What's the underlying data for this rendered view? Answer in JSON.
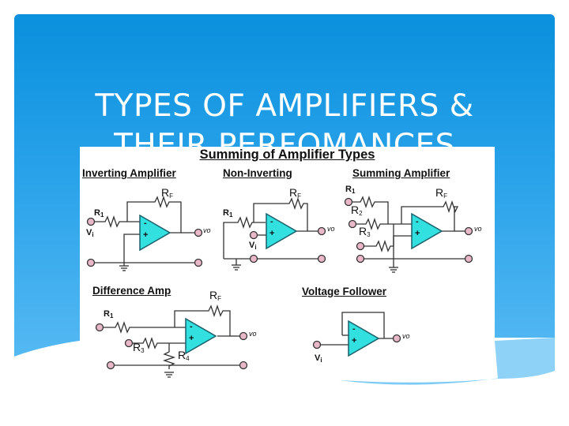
{
  "slide": {
    "title_line1": "TYPES OF AMPLIFIERS &",
    "title_line2": "THEIR PERFOMANCES",
    "colors": {
      "panel_top": "#0a90dd",
      "panel_bottom": "#5bbcf4",
      "opamp_fill": "#33e0e0",
      "terminal_fill": "#e8b8c8"
    }
  },
  "figure": {
    "heading": "Summing of Amplifier Types",
    "circuits": {
      "inverting": {
        "title": "Inverting Amplifier",
        "r_in": "R",
        "r_in_sub": "1",
        "rf": "R",
        "rf_sub": "F",
        "vin": "V",
        "vin_sub": "i",
        "vout": "vo"
      },
      "non_inverting": {
        "title": "Non-Inverting",
        "r_in": "R",
        "r_in_sub": "1",
        "rf": "R",
        "rf_sub": "F",
        "vin": "V",
        "vin_sub": "i",
        "vout": "vo"
      },
      "summing": {
        "title": "Summing Amplifier",
        "r1": "R",
        "r1_sub": "1",
        "r2": "R",
        "r2_sub": "2",
        "r3": "R",
        "r3_sub": "3",
        "rf": "R",
        "rf_sub": "F",
        "vout": "vo"
      },
      "difference": {
        "title": "Difference Amp",
        "r1": "R",
        "r1_sub": "1",
        "r3": "R",
        "r3_sub": "3",
        "r4": "R",
        "r4_sub": "4",
        "rf": "R",
        "rf_sub": "F",
        "vout": "vo"
      },
      "follower": {
        "title": "Voltage Follower",
        "vin": "V",
        "vin_sub": "i",
        "vout": "vo"
      }
    },
    "opamp_minus": "-",
    "opamp_plus": "+"
  }
}
